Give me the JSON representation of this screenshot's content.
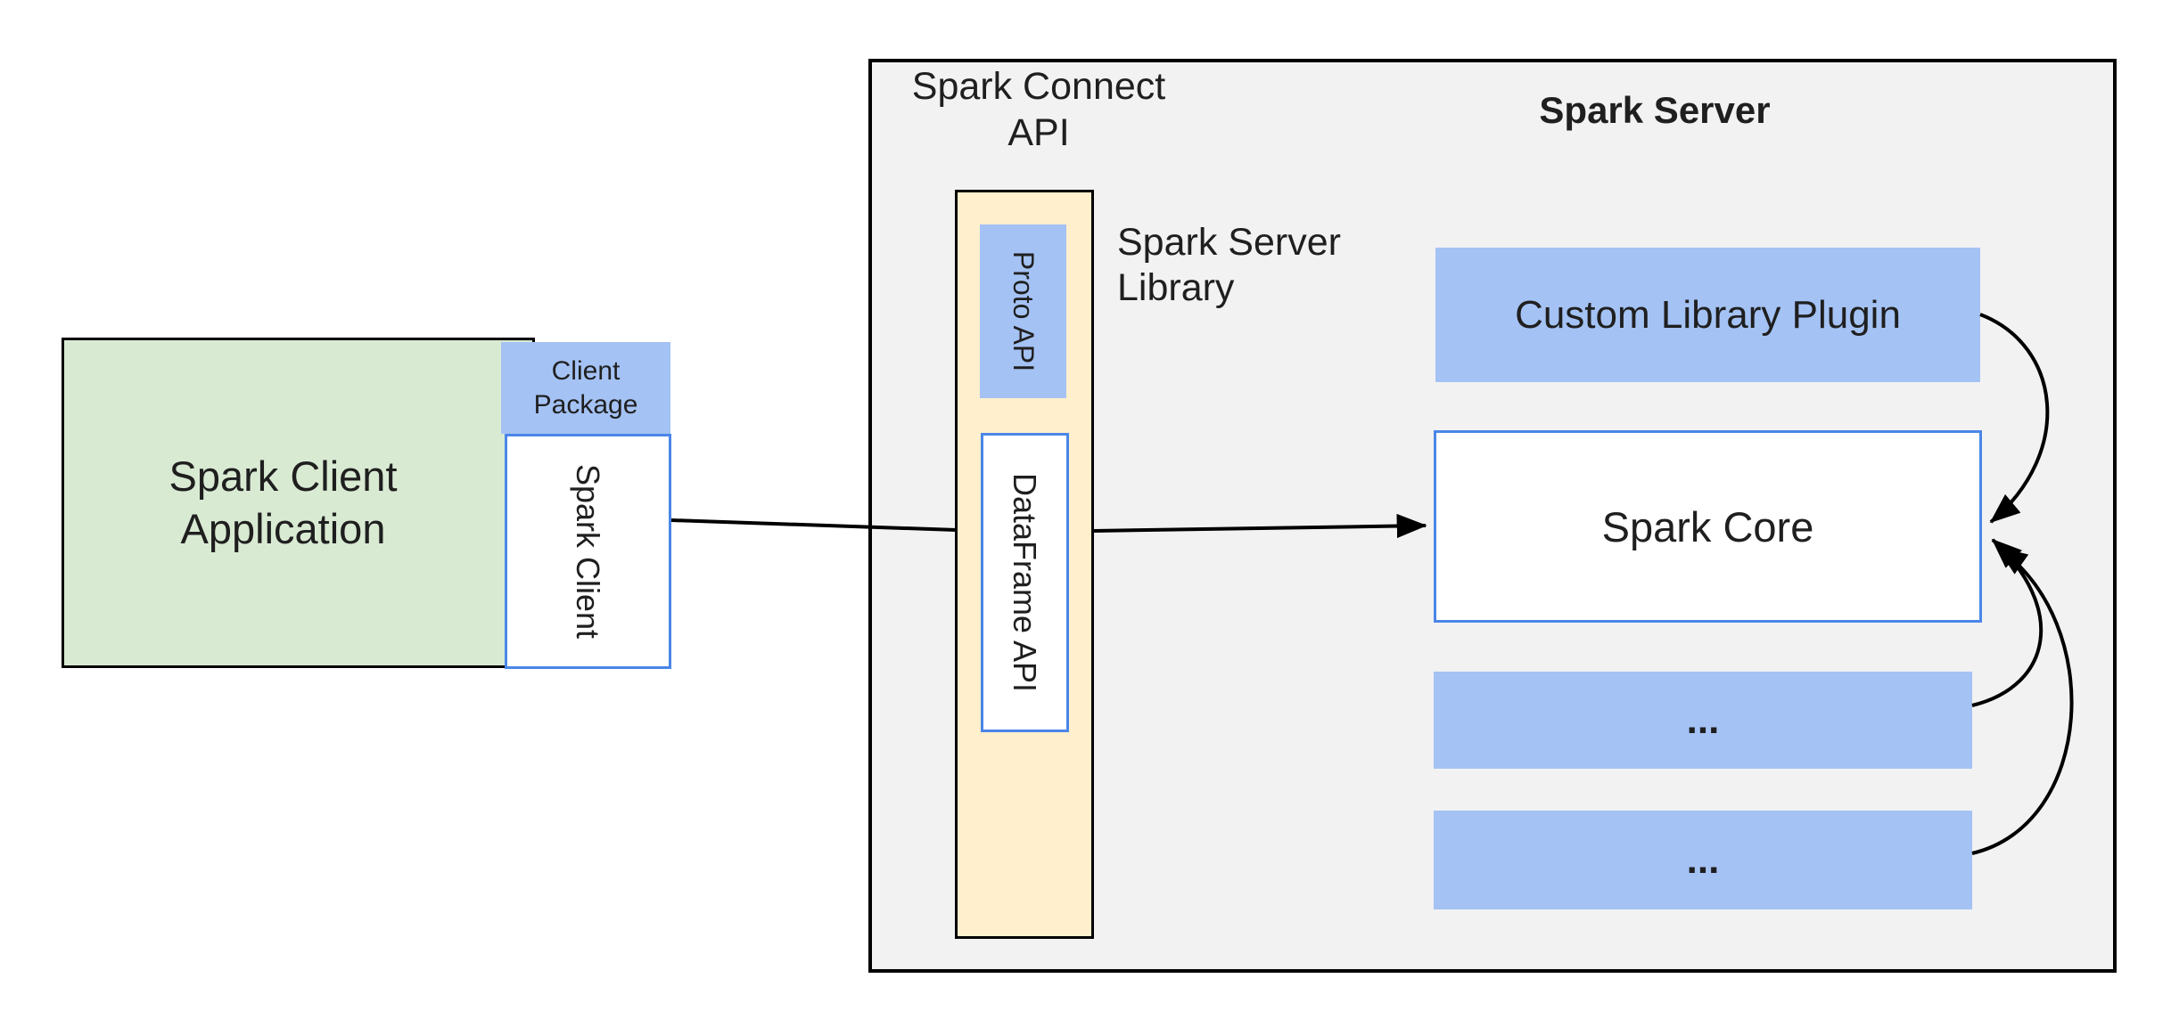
{
  "left": {
    "spark_client_application": {
      "line1": "Spark Client",
      "line2": "Application"
    },
    "client_package": {
      "line1": "Client",
      "line2": "Package"
    },
    "spark_client": "Spark Client"
  },
  "connect": {
    "api_label": {
      "line1": "Spark Connect",
      "line2": "API"
    },
    "proto_api": "Proto API",
    "dataframe_api": "DataFrame API",
    "server_library_label": {
      "line1": "Spark Server",
      "line2": "Library"
    }
  },
  "server": {
    "title": "Spark Server",
    "custom_library_plugin": "Custom Library Plugin",
    "spark_core": "Spark Core",
    "plugin_placeholder_1": "...",
    "plugin_placeholder_2": "..."
  },
  "colors": {
    "client_app_fill": "#d9ead3",
    "package_fill": "#a4c2f4",
    "library_fill": "#ffefcc",
    "container_fill": "#f2f2f2",
    "blue_border": "#4a86e8",
    "line_color": "#000000"
  }
}
